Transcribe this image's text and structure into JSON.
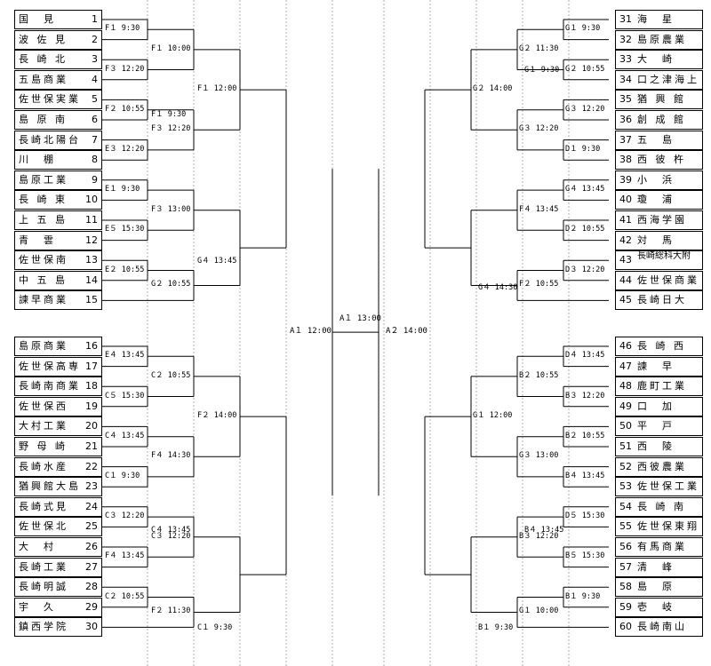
{
  "left_top": [
    {
      "no": "1",
      "name": "国　見"
    },
    {
      "no": "2",
      "name": "波 佐 見"
    },
    {
      "no": "3",
      "name": "長 崎 北"
    },
    {
      "no": "4",
      "name": "五島商業"
    },
    {
      "no": "5",
      "name": "佐世保実業"
    },
    {
      "no": "6",
      "name": "島 原 南"
    },
    {
      "no": "7",
      "name": "長崎北陽台"
    },
    {
      "no": "8",
      "name": "川　棚"
    },
    {
      "no": "9",
      "name": "島原工業"
    },
    {
      "no": "10",
      "name": "長 崎 東"
    },
    {
      "no": "11",
      "name": "上 五 島"
    },
    {
      "no": "12",
      "name": "青　雲"
    },
    {
      "no": "13",
      "name": "佐世保南"
    },
    {
      "no": "14",
      "name": "中 五 島"
    },
    {
      "no": "15",
      "name": "諫早商業"
    }
  ],
  "left_bottom": [
    {
      "no": "16",
      "name": "島原商業"
    },
    {
      "no": "17",
      "name": "佐世保高専"
    },
    {
      "no": "18",
      "name": "長崎南商業"
    },
    {
      "no": "19",
      "name": "佐世保西"
    },
    {
      "no": "20",
      "name": "大村工業"
    },
    {
      "no": "21",
      "name": "野 母 崎"
    },
    {
      "no": "22",
      "name": "長崎水産"
    },
    {
      "no": "23",
      "name": "猶興館大島"
    },
    {
      "no": "24",
      "name": "長崎式見"
    },
    {
      "no": "25",
      "name": "佐世保北"
    },
    {
      "no": "26",
      "name": "大　村"
    },
    {
      "no": "27",
      "name": "長崎工業"
    },
    {
      "no": "28",
      "name": "長崎明誠"
    },
    {
      "no": "29",
      "name": "宇　久"
    },
    {
      "no": "30",
      "name": "鎮西学院"
    }
  ],
  "right_top": [
    {
      "no": "31",
      "name": "海　星"
    },
    {
      "no": "32",
      "name": "島原農業"
    },
    {
      "no": "33",
      "name": "大　崎"
    },
    {
      "no": "34",
      "name": "口之津海上"
    },
    {
      "no": "35",
      "name": "猶 興 館"
    },
    {
      "no": "36",
      "name": "創 成 館"
    },
    {
      "no": "37",
      "name": "五　島"
    },
    {
      "no": "38",
      "name": "西 彼 杵"
    },
    {
      "no": "39",
      "name": "小　浜"
    },
    {
      "no": "40",
      "name": "瓊　浦"
    },
    {
      "no": "41",
      "name": "西海学園"
    },
    {
      "no": "42",
      "name": "対　馬"
    },
    {
      "no": "43",
      "name": "長崎総科大附",
      "small": true
    },
    {
      "no": "44",
      "name": "佐世保商業"
    },
    {
      "no": "45",
      "name": "長崎日大"
    }
  ],
  "right_bottom": [
    {
      "no": "46",
      "name": "長 崎 西"
    },
    {
      "no": "47",
      "name": "諫　早"
    },
    {
      "no": "48",
      "name": "鹿町工業"
    },
    {
      "no": "49",
      "name": "口　加"
    },
    {
      "no": "50",
      "name": "平　戸"
    },
    {
      "no": "51",
      "name": "西　陵"
    },
    {
      "no": "52",
      "name": "西彼農業"
    },
    {
      "no": "53",
      "name": "佐世保工業"
    },
    {
      "no": "54",
      "name": "長 崎 南"
    },
    {
      "no": "55",
      "name": "佐世保東翔"
    },
    {
      "no": "56",
      "name": "有馬商業"
    },
    {
      "no": "57",
      "name": "清　峰"
    },
    {
      "no": "58",
      "name": "島　原"
    },
    {
      "no": "59",
      "name": "壱　岐"
    },
    {
      "no": "60",
      "name": "長崎南山"
    }
  ],
  "labels": {
    "lt_r1": [
      "F１ 9:30",
      "F３ 12:20",
      "F２ 10:55",
      "E３ 12:20",
      "E１ 9:30",
      "F１ 9:30",
      "E５ 15:30",
      "E２ 10:55"
    ],
    "lt_r2": [
      "F１ 10:00",
      "F３ 12:20",
      "G４ 13:45",
      "F３ 13:00",
      "G２ 10:55"
    ],
    "lt_r3": [
      "F１ 12:00"
    ],
    "lb_r1": [
      "E４ 13:45",
      "C５ 15:30",
      "C４ 13:45",
      "C１ 9:30",
      "C３ 12:20",
      "F４ 13:45",
      "C２ 10:55"
    ],
    "lb_r2": [
      "C２ 10:55",
      "F４ 14:30",
      "C４ 13:45",
      "C３ 12:20",
      "F２ 11:30",
      "C１ 9:30"
    ],
    "lb_r3": [
      "F２ 14:00"
    ],
    "left_final": "A１ 12:00",
    "final": "A１ 13:00",
    "right_final": "A２ 14:00",
    "rt_r1": [
      "G１ 9:30",
      "G１ 9:30",
      "G２ 10:55",
      "G３ 12:20",
      "D１ 9:30",
      "G４ 13:45",
      "D２ 10:55",
      "D３ 12:20"
    ],
    "rt_r2": [
      "G２ 11:30",
      "G３ 12:20",
      "F４ 13:45",
      "G４ 14:30",
      "F２ 10:55"
    ],
    "rt_r3": [
      "G２ 14:00"
    ],
    "rb_r1": [
      "D４ 13:45",
      "B３ 12:20",
      "B２ 10:55",
      "B４ 13:45",
      "D５ 15:30",
      "B５ 15:30",
      "B１ 9:30"
    ],
    "rb_r2": [
      "B２ 10:55",
      "G３ 13:00",
      "B４ 13:45",
      "B３ 12:20",
      "G１ 10:00",
      "B１ 9:30"
    ],
    "rb_r3": [
      "G１ 12:00"
    ]
  }
}
